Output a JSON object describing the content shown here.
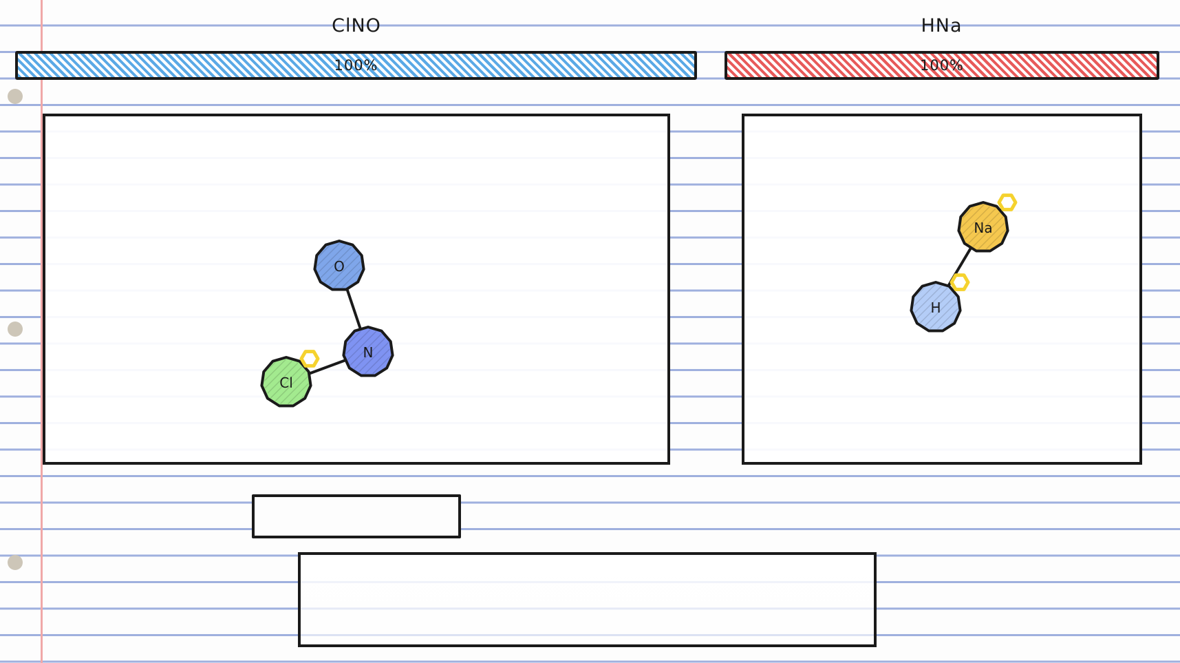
{
  "teams": {
    "left": {
      "name": "ClNO",
      "hp_text": "100%",
      "hp_fraction": 1.0,
      "bar_color": "#5aa9e6"
    },
    "right": {
      "name": "HNa",
      "hp_text": "100%",
      "hp_fraction": 1.0,
      "bar_color": "#e85a5a"
    }
  },
  "molecules": {
    "left": {
      "atoms": [
        {
          "symbol": "O",
          "color": "#7fa6ea"
        },
        {
          "symbol": "N",
          "color": "#7f93f2"
        },
        {
          "symbol": "Cl",
          "color": "#a3ea8f"
        }
      ],
      "bonds": [
        [
          "O",
          "N"
        ],
        [
          "N",
          "Cl"
        ]
      ]
    },
    "right": {
      "atoms": [
        {
          "symbol": "Na",
          "color": "#f5c84f"
        },
        {
          "symbol": "H",
          "color": "#b4cdf7"
        }
      ],
      "bonds": [
        [
          "Na",
          "H"
        ]
      ]
    }
  },
  "colors": {
    "marker": "#f5d22e",
    "paper_rule": "#9fb0de",
    "margin_rule": "#f0a8a8"
  },
  "action_input": {
    "value": ""
  },
  "log": {
    "text": ""
  }
}
